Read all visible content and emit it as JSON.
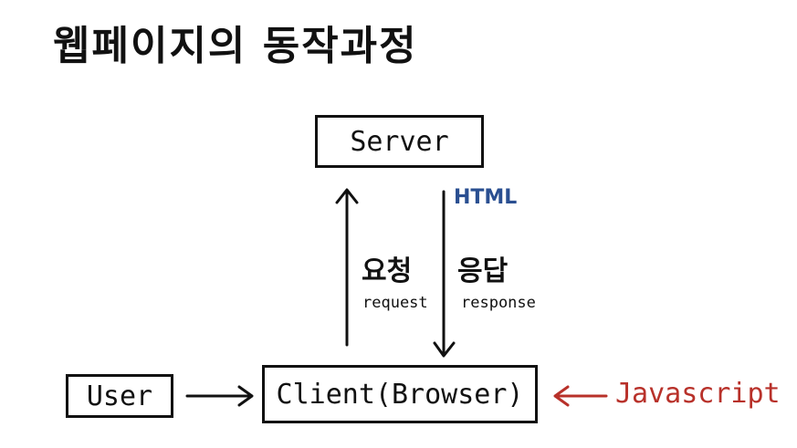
{
  "title": "웹페이지의 동작과정",
  "nodes": {
    "server": "Server",
    "user": "User",
    "client": "Client(Browser)"
  },
  "edges": {
    "request_ko": "요청",
    "request_en": "request",
    "response_ko": "응답",
    "response_en": "response",
    "html": "HTML",
    "javascript": "Javascript"
  },
  "colors": {
    "ink": "#111111",
    "html": "#2a4f91",
    "javascript": "#b8312a"
  }
}
